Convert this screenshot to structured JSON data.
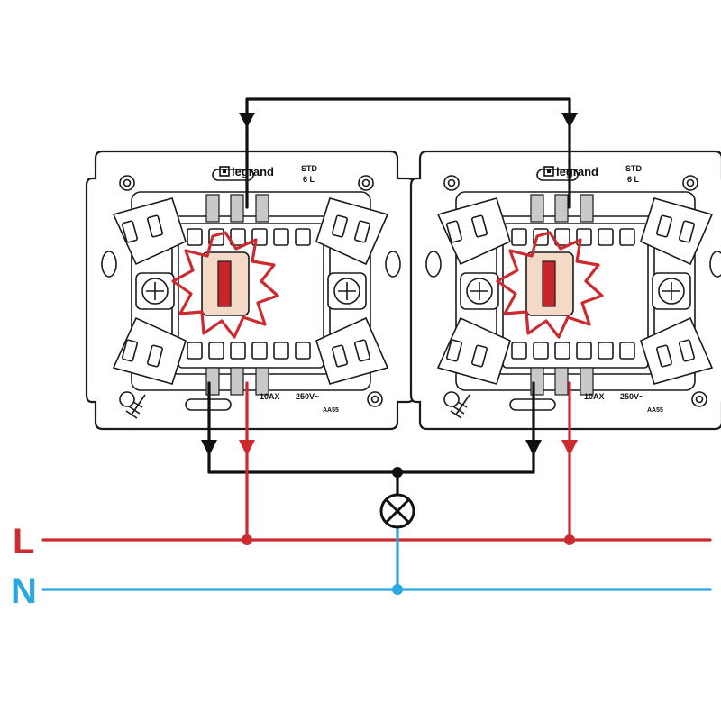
{
  "buses": {
    "line_label": "L",
    "neutral_label": "N"
  },
  "switches": [
    {
      "brand": "legrand",
      "std_label": "STD",
      "std_sub": "6 L",
      "rating_current": "10AX",
      "rating_voltage": "250V~",
      "code": "AA55"
    },
    {
      "brand": "legrand",
      "std_label": "STD",
      "std_sub": "6 L",
      "rating_current": "10AX",
      "rating_voltage": "250V~",
      "code": "AA55"
    }
  ],
  "colors": {
    "line": "#cc2a2f",
    "neutral": "#2aa6e0",
    "traveler": "#111111",
    "rocker": "#f3d9c6",
    "rocker_core": "#c8242a"
  },
  "icons": {
    "lamp": "lamp-x-icon",
    "flash": "flash-burst-icon",
    "brand": "legrand-logo-icon",
    "ground": "ground-screw-icon"
  }
}
